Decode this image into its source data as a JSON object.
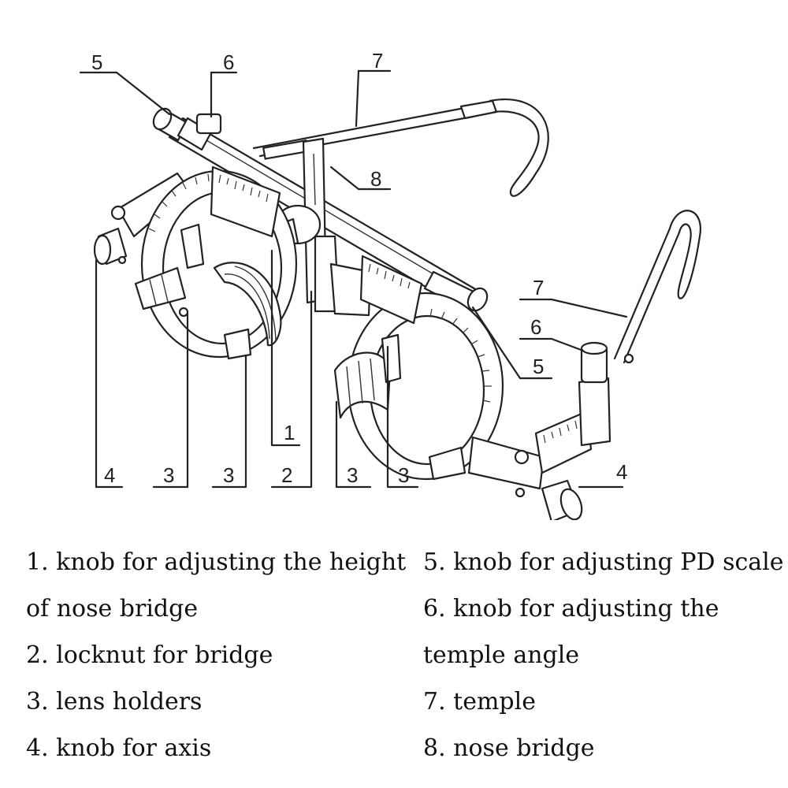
{
  "callouts": [
    {
      "id": "c5a",
      "num": "5"
    },
    {
      "id": "c6a",
      "num": "6"
    },
    {
      "id": "c7a",
      "num": "7"
    },
    {
      "id": "c8",
      "num": "8"
    },
    {
      "id": "c7b",
      "num": "7"
    },
    {
      "id": "c6b",
      "num": "6"
    },
    {
      "id": "c5b",
      "num": "5"
    },
    {
      "id": "c1",
      "num": "1"
    },
    {
      "id": "c4a",
      "num": "4"
    },
    {
      "id": "c3a",
      "num": "3"
    },
    {
      "id": "c3b",
      "num": "3"
    },
    {
      "id": "c2",
      "num": "2"
    },
    {
      "id": "c3c",
      "num": "3"
    },
    {
      "id": "c3d",
      "num": "3"
    },
    {
      "id": "c4b",
      "num": "4"
    }
  ],
  "legend": {
    "left": [
      "1. knob for adjusting the height",
      "of nose bridge",
      "2. locknut for bridge",
      "3. lens holders",
      "4. knob for axis"
    ],
    "right": [
      "5. knob for adjusting PD scale",
      "6. knob for adjusting the",
      "temple angle",
      "7. temple",
      "8. nose bridge"
    ]
  }
}
